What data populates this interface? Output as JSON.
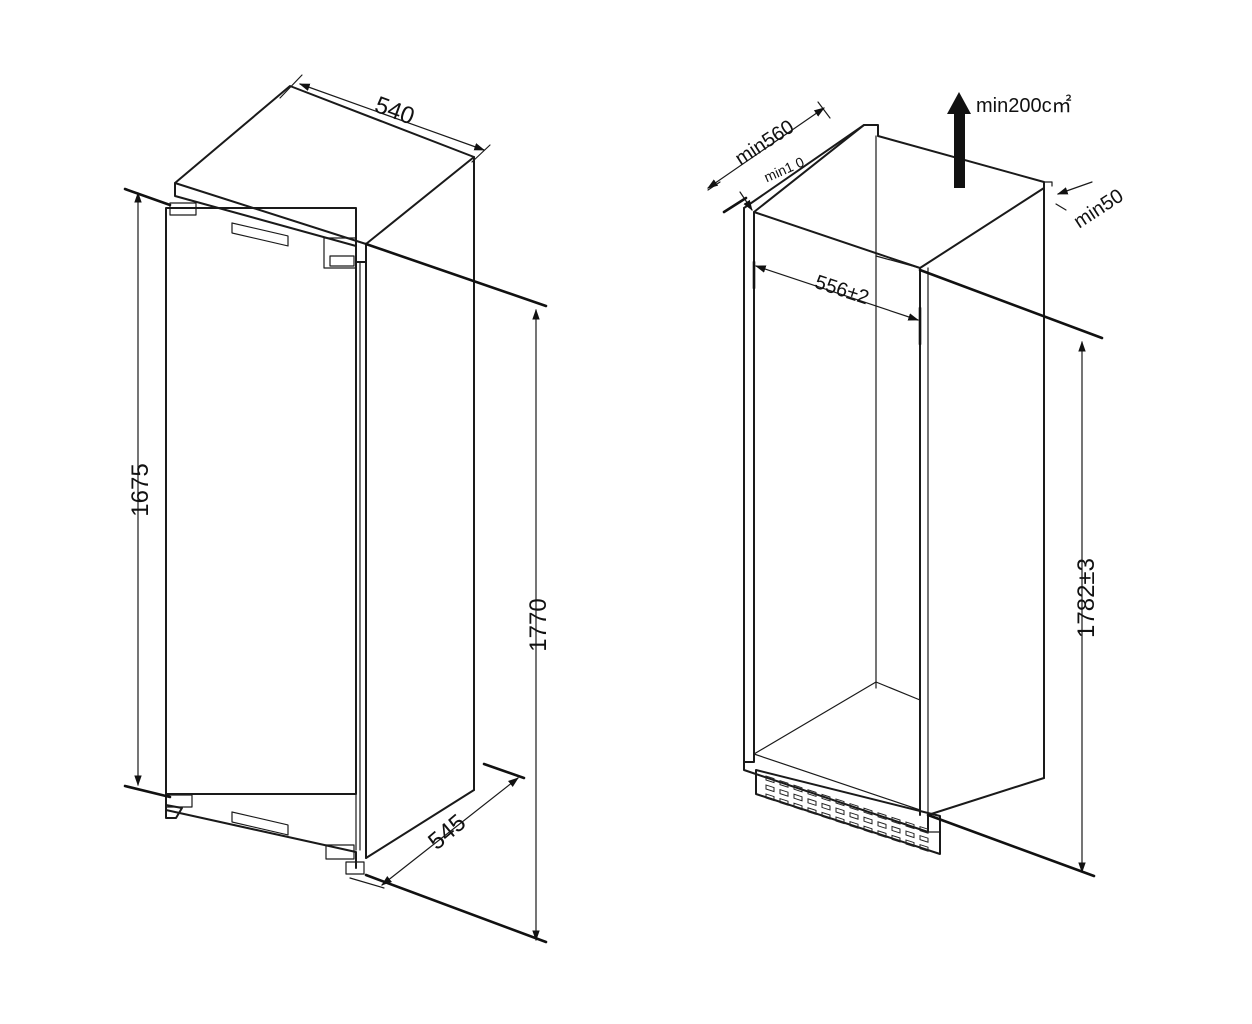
{
  "appliance": {
    "width": "540",
    "door_height": "1675",
    "total_height": "1770",
    "depth": "545"
  },
  "niche": {
    "depth_min": "min560",
    "back_gap": "min1 0",
    "top_vent": "min200c㎡",
    "side_gap": "min50",
    "width": "556±2",
    "height": "1782±3"
  }
}
